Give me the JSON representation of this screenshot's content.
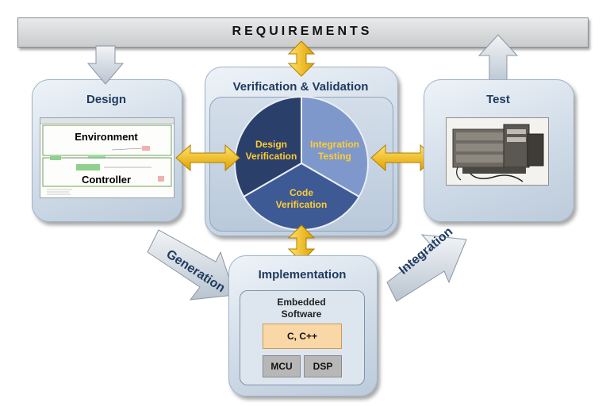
{
  "requirements": {
    "label": "REQUIREMENTS"
  },
  "design": {
    "title": "Design",
    "environment_label": "Environment",
    "controller_label": "Controller"
  },
  "vv": {
    "title": "Verification & Validation",
    "segments": {
      "design_verification": "Design\nVerification",
      "integration_testing": "Integration\nTesting",
      "code_verification": "Code\nVerification"
    }
  },
  "test": {
    "title": "Test"
  },
  "implementation": {
    "title": "Implementation",
    "embedded_label": "Embedded\nSoftware",
    "language_label": "C, C++",
    "mcu_label": "MCU",
    "dsp_label": "DSP"
  },
  "arrows": {
    "generation_label": "Generation",
    "integration_label": "Integration"
  },
  "colors": {
    "title_blue": "#1f3a5f",
    "pie_dark": "#2b3f6b",
    "pie_mid": "#3d5a94",
    "pie_light": "#7f98cc",
    "pie_text": "#ffcc33",
    "arrow_gold": "#f2b90c",
    "chip_orange": "#fad7a6",
    "chip_gray": "#b7b7b7"
  }
}
